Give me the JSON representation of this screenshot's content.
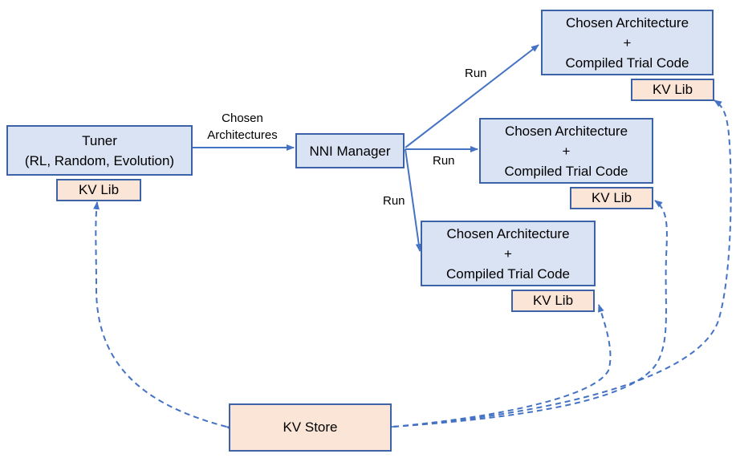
{
  "colors": {
    "box_fill": "#dae3f3",
    "box_border": "#3c63a8",
    "kv_fill": "#fbe5d6",
    "arrow": "#4472c4"
  },
  "tuner": {
    "title": "Tuner",
    "subtitle": "(RL, Random, Evolution)",
    "kv_lib": "KV Lib"
  },
  "nni_manager": {
    "label": "NNI Manager"
  },
  "edge_labels": {
    "chosen": "Chosen",
    "architectures": "Architectures",
    "run_top": "Run",
    "run_middle": "Run",
    "run_bottom": "Run"
  },
  "trials": [
    {
      "line1": "Chosen Architecture",
      "line2": "+",
      "line3": "Compiled Trial Code",
      "kv_lib": "KV Lib"
    },
    {
      "line1": "Chosen Architecture",
      "line2": "+",
      "line3": "Compiled Trial Code",
      "kv_lib": "KV Lib"
    },
    {
      "line1": "Chosen Architecture",
      "line2": "+",
      "line3": "Compiled Trial Code",
      "kv_lib": "KV Lib"
    }
  ],
  "kv_store": {
    "label": "KV Store"
  }
}
